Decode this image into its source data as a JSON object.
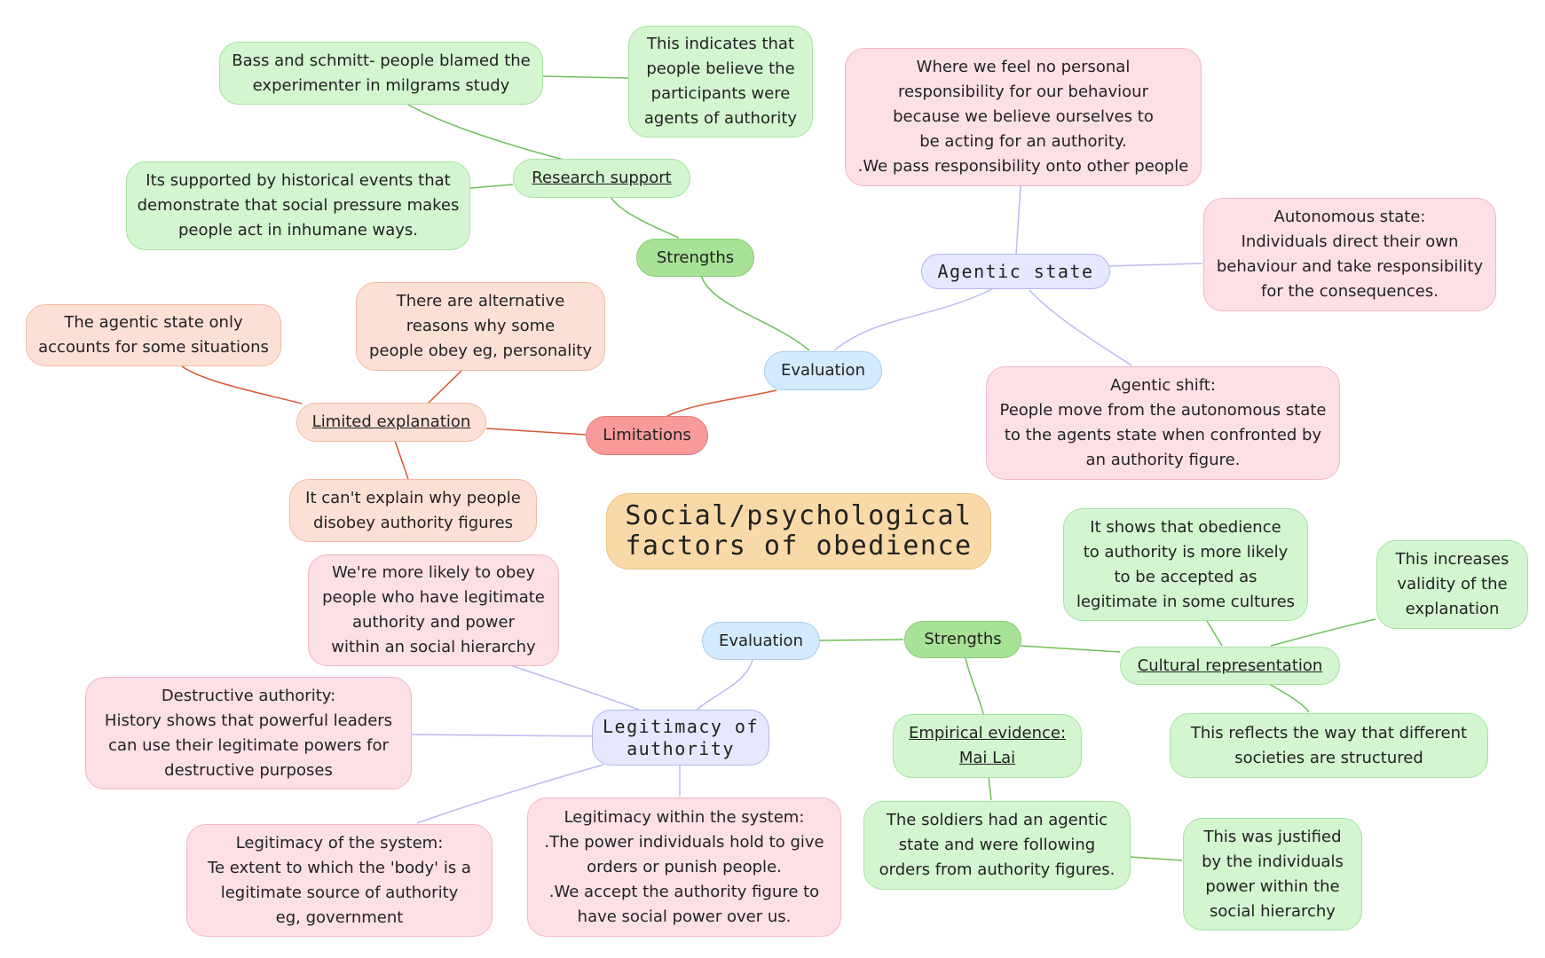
{
  "title": [
    "Social/psychological",
    "factors of obedience"
  ],
  "agentic": {
    "topic": "Agentic state",
    "definition": [
      "Where we feel no personal",
      "responsibility for our behaviour",
      "because we believe ourselves to",
      "be acting for an authority.",
      ".We pass responsibility onto other people"
    ],
    "autonomous": [
      "Autonomous state:",
      "Individuals direct their own",
      "behaviour and take responsibility",
      "for the consequences."
    ],
    "shift": [
      "Agentic shift:",
      "People move from the autonomous state",
      "to the agents state when confronted by",
      "an authority figure."
    ],
    "evaluation": "Evaluation",
    "strengths": "Strengths",
    "research_support": "Research support",
    "bass": [
      "Bass and schmitt- people blamed the",
      "experimenter in milgrams study"
    ],
    "indicates": [
      "This indicates that",
      "people believe the",
      "participants were",
      "agents of authority"
    ],
    "historical": [
      "Its supported by historical events that",
      "demonstrate that social pressure makes",
      "people act in inhumane ways."
    ],
    "limitations": "Limitations",
    "limited_explanation": "Limited explanation",
    "only_some": [
      "The agentic state only",
      "accounts for some situations"
    ],
    "alternative": [
      "There are alternative",
      "reasons why some",
      "people obey eg, personality"
    ],
    "disobey": [
      "It can't explain why people",
      "disobey authority figures"
    ]
  },
  "legitimacy": {
    "topic": [
      "Legitimacy of",
      "authority"
    ],
    "more_likely": [
      "We're more likely to obey",
      "people who have legitimate",
      "authority and power",
      "within an social hierarchy"
    ],
    "destructive": [
      "Destructive authority:",
      "History shows that powerful leaders",
      "can use their legitimate powers for",
      "destructive purposes"
    ],
    "of_system": [
      "Legitimacy of the system:",
      "Te extent to which the 'body' is a",
      "legitimate source of authority",
      "eg, government"
    ],
    "within_system": [
      "Legitimacy within the system:",
      ".The power individuals hold to give",
      "orders or punish people.",
      ".We accept the authority figure to",
      "have social power over us."
    ],
    "evaluation": "Evaluation",
    "strengths": "Strengths",
    "empirical": [
      "Empirical evidence:",
      "Mai Lai"
    ],
    "soldiers": [
      "The soldiers had an agentic",
      "state and were following",
      "orders from authority figures."
    ],
    "justified": [
      "This was justified",
      "by the individuals",
      "power within the",
      "social hierarchy"
    ],
    "cultural": "Cultural representation",
    "shows": [
      "It shows that obedience",
      "to authority is more likely",
      "to be accepted as",
      "legitimate in some cultures"
    ],
    "validity": [
      "This increases",
      "validity of the",
      "explanation"
    ],
    "reflects": [
      "This reflects the way that different",
      "societies are structured"
    ]
  },
  "colors": {
    "green_link": "#6cbf57",
    "purple_link": "#b9bcef",
    "red_link": "#d8562f"
  }
}
